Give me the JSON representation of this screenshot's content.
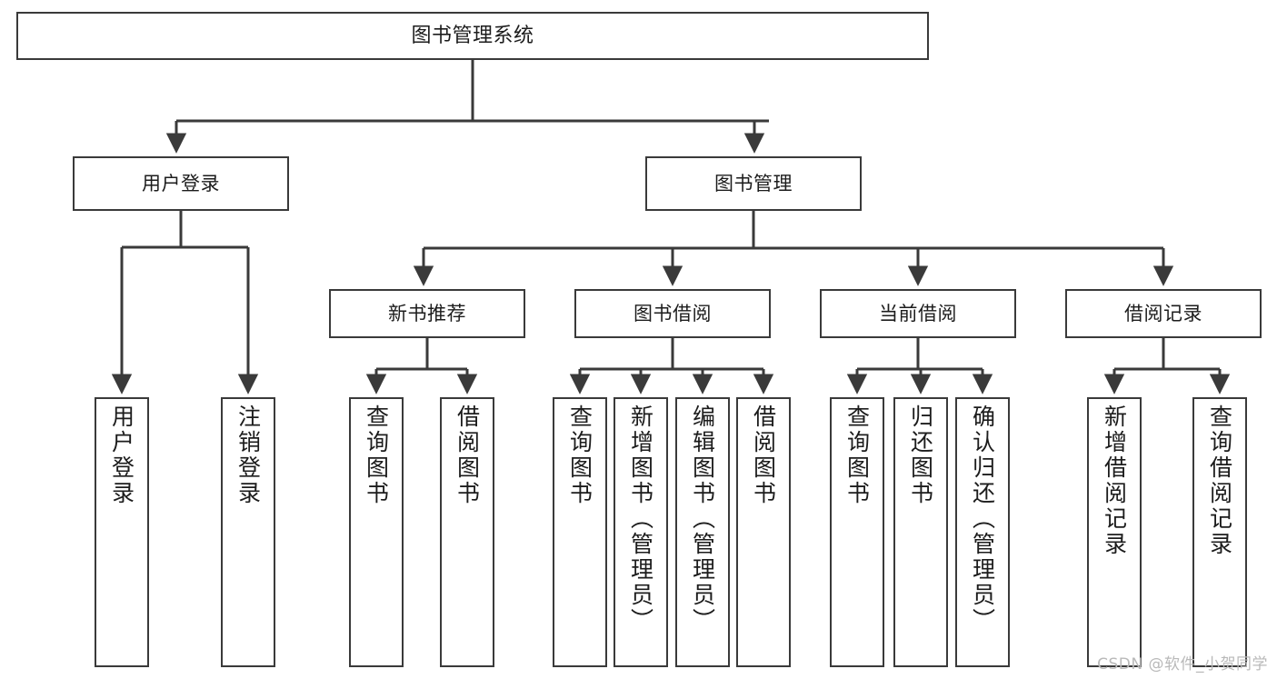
{
  "diagram": {
    "title": "图书管理系统",
    "type": "tree-hierarchy-chart",
    "root": {
      "label": "图书管理系统"
    },
    "level2": [
      {
        "label": "用户登录"
      },
      {
        "label": "图书管理"
      }
    ],
    "level3": [
      {
        "label": "新书推荐"
      },
      {
        "label": "图书借阅"
      },
      {
        "label": "当前借阅"
      },
      {
        "label": "借阅记录"
      }
    ],
    "leaves_user_login": [
      {
        "label": "用户登录"
      },
      {
        "label": "注销登录"
      }
    ],
    "leaves_new_book": [
      {
        "label": "查询图书"
      },
      {
        "label": "借阅图书"
      }
    ],
    "leaves_borrow": [
      {
        "label": "查询图书"
      },
      {
        "label": "新增图书（管理员）"
      },
      {
        "label": "编辑图书（管理员）"
      },
      {
        "label": "借阅图书"
      }
    ],
    "leaves_current": [
      {
        "label": "查询图书"
      },
      {
        "label": "归还图书"
      },
      {
        "label": "确认归还（管理员）"
      }
    ],
    "leaves_records": [
      {
        "label": "新增借阅记录"
      },
      {
        "label": "查询借阅记录"
      }
    ]
  },
  "watermark": {
    "text": "CSDN @软件_小贺同学"
  },
  "colors": {
    "background": "#ffffff",
    "box_border": "#3a3a3a",
    "box_fill": "#ffffff",
    "connector": "#3a3a3a",
    "text": "#1c1c1c",
    "watermark": "#b9b9b9"
  }
}
